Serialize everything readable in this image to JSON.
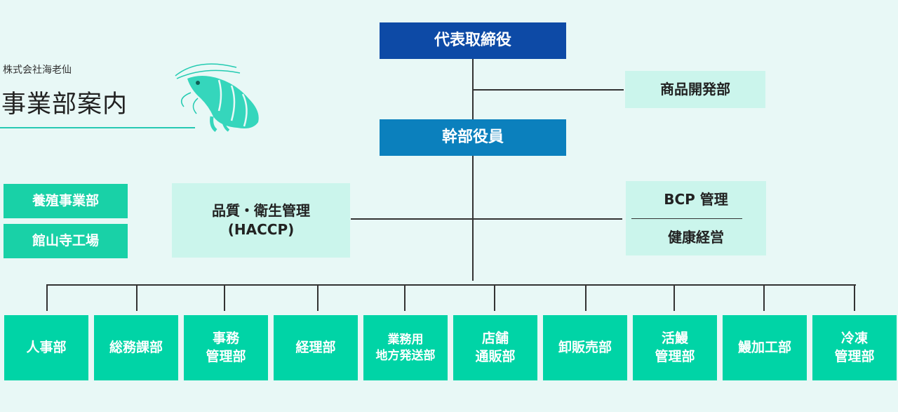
{
  "header": {
    "company": "株式会社海老仙",
    "title": "事業部案内"
  },
  "nodes": {
    "ceo": "代表取締役",
    "product_dev": "商品開発部",
    "executives": "幹部役員",
    "quality": [
      "品質・衛生管理",
      "(HACCP)"
    ],
    "bcp": "BCP 管理",
    "health": "健康経営",
    "aquaculture": "養殖事業部",
    "factory": "館山寺工場"
  },
  "departments": [
    [
      "人事部"
    ],
    [
      "総務課部"
    ],
    [
      "事務",
      "管理部"
    ],
    [
      "経理部"
    ],
    [
      "業務用",
      "地方発送部"
    ],
    [
      "店舗",
      "通販部"
    ],
    [
      "卸販売部"
    ],
    [
      "活鰻",
      "管理部"
    ],
    [
      "鰻加工部"
    ],
    [
      "冷凍",
      "管理部"
    ]
  ],
  "colors": {
    "navy": "#0d4aa6",
    "blue": "#0b80bd",
    "pale": "#cbf5ec",
    "green": "#00d4a6",
    "background": "#e8f8f6"
  },
  "icons": [
    "shrimp-icon"
  ]
}
